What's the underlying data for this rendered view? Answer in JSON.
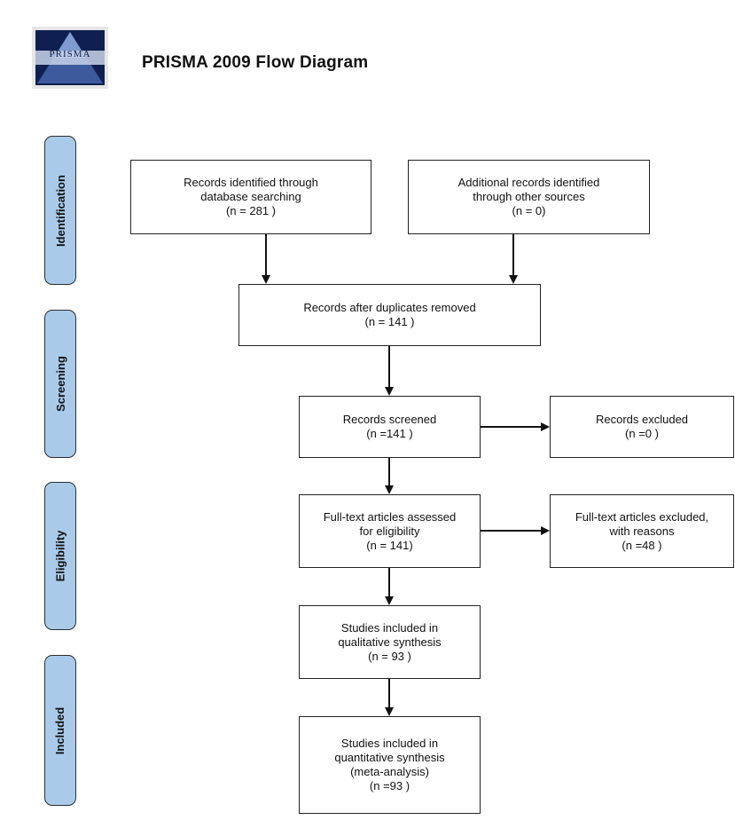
{
  "header": {
    "logo_text": "PRISMA",
    "title": "PRISMA  2009 Flow Diagram"
  },
  "phases": {
    "identification": "Identification",
    "screening": "Screening",
    "eligibility": "Eligibility",
    "included": "Included"
  },
  "boxes": {
    "db_search": {
      "line1": "Records identified through",
      "line2": "database searching",
      "line3": "(n = 281  )"
    },
    "other_sources": {
      "line1": "Additional records identified",
      "line2": "through other sources",
      "line3": "(n =  0)"
    },
    "after_duplicates": {
      "line1": "Records after duplicates removed",
      "line2": "(n = 141  )"
    },
    "screened": {
      "line1": "Records screened",
      "line2": "(n =141  )"
    },
    "excluded": {
      "line1": "Records excluded",
      "line2": "(n =0  )"
    },
    "fulltext_assessed": {
      "line1": "Full-text articles assessed",
      "line2": "for eligibility",
      "line3": "(n = 141)"
    },
    "fulltext_excluded": {
      "line1": "Full-text articles excluded,",
      "line2": "with reasons",
      "line3": "(n =48  )"
    },
    "qualitative": {
      "line1": "Studies included in",
      "line2": "qualitative synthesis",
      "line3": "(n = 93  )"
    },
    "quantitative": {
      "line1": "Studies included in",
      "line2": "quantitative synthesis",
      "line3": "(meta-analysis)",
      "line4": "(n =93  )"
    }
  }
}
